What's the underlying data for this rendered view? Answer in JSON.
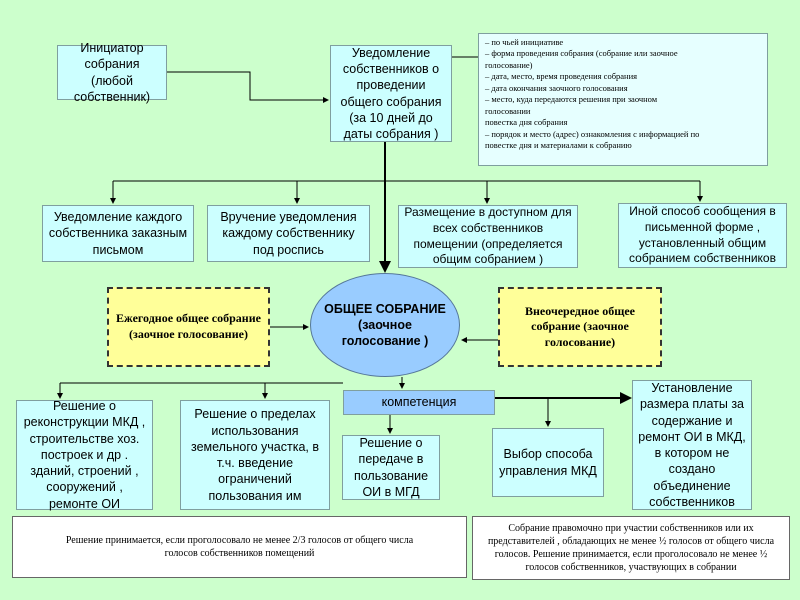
{
  "initiator": "Инициатор собрания (любой собственник)",
  "notification": "Уведомление собственников о проведении общего собрания (за 10 дней до даты собрания )",
  "notice_items": [
    "–  по чьей инициативе",
    "–  форма проведения собрания (собрание или заочное",
    "голосование)",
    "–  дата, место, время проведения собрания",
    "–  дата окончания заочного голосования",
    "–  место, куда передаются решения при заочном",
    "голосовании",
    "повестка дня собрания",
    "–  порядок и место (адрес) ознакомления с информацией по",
    "повестке дня и материалами к собранию"
  ],
  "methods": [
    "Уведомление каждого собственника заказным письмом",
    "Вручение уведомления каждому собственнику под роспись",
    "Размещение в доступном для всех собственников помещении (определяется общим собранием )",
    "Иной способ сообщения в письменной форме , установленный общим собранием собственников"
  ],
  "annual": "Ежегодное общее собрание (заочное голосование)",
  "extraordinary": "Внеочередное общее собрание (заочное голосование)",
  "general_title": "ОБЩЕЕ СОБРАНИЕ",
  "general_sub": "(заочное голосование )",
  "competence": "компетенция",
  "decisions": [
    "Решение о реконструкции МКД , строительстве хоз. построек и др . зданий, строений , сооружений , ремонте ОИ",
    "Решение о пределах использования земельного участка, в т.ч. введение ограничений пользования им",
    "Решение о передаче в пользование ОИ в МГД",
    "Выбор способа управления МКД",
    "Установление размера платы за содержание и ремонт ОИ в МКД, в котором не создано объединение собственников"
  ],
  "rule_left": "Решение принимается, если проголосовало не менее 2/3 голосов от общего числа голосов собственников помещений",
  "rule_right": "Собрание правомочно при участии собственников или их представителей , обладающих не менее ½ голосов от общего числа голосов. Решение принимается, если проголосовало  не менее ½ голосов собственников, участвующих в собрании"
}
